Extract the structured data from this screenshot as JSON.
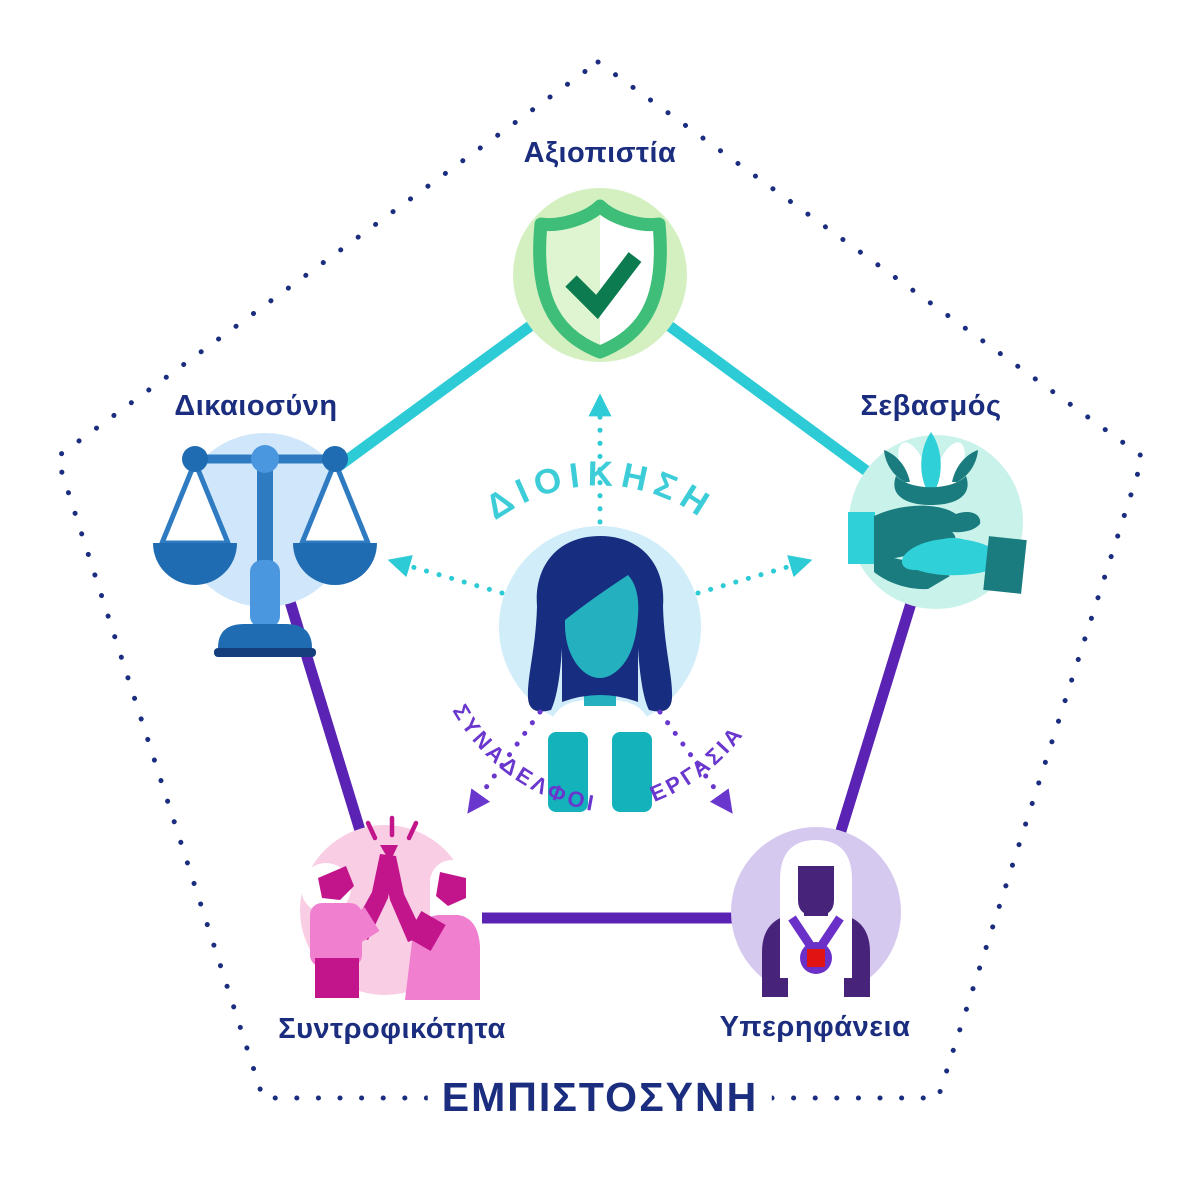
{
  "diagram": {
    "title": "ΕΜΠΙΣΤΟΣΥΝΗ",
    "center": {
      "icon": "manager-woman-icon",
      "label": "ΔΙΟΙΚΗΣΗ",
      "colleagues_label": "ΣΥΝΑΔΕΛΦΟΙ",
      "work_label": "ΕΡΓΑΣΙΑ"
    },
    "nodes": [
      {
        "position": "top",
        "label": "Αξιοπιστία",
        "icon": "shield-check-icon"
      },
      {
        "position": "left",
        "label": "Δικαιοσύνη",
        "icon": "scales-of-justice-icon"
      },
      {
        "position": "right",
        "label": "Σεβασμός",
        "icon": "hands-lotus-icon"
      },
      {
        "position": "bottom-left",
        "label": "Συντροφικότητα",
        "icon": "high-five-icon"
      },
      {
        "position": "bottom-right",
        "label": "Υπερηφάνεια",
        "icon": "medal-person-icon"
      }
    ],
    "colors": {
      "navy": "#1B2D7E",
      "teal_line": "#2CCBD6",
      "teal_text": "#3DCDD8",
      "purple_line": "#5B23B4",
      "purple_text": "#6936CE",
      "green_accent": "#3EBE78",
      "dark_green": "#0C7B4F",
      "blue_accent": "#2F7BC2",
      "pink_accent": "#C2158B",
      "violet_accent": "#6A30C8",
      "medal_red": "#E11313"
    }
  }
}
